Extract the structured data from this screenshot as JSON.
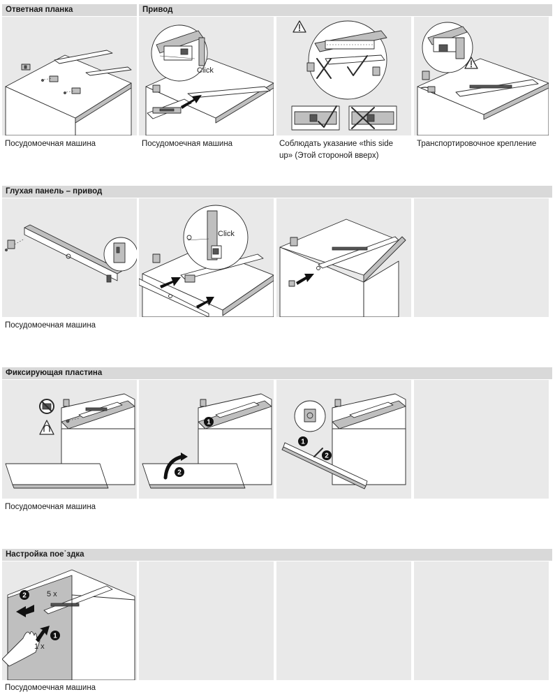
{
  "sections": [
    {
      "title": "Ответная планка",
      "captions": [
        "Посудомоечная машина"
      ]
    },
    {
      "title": "Привод",
      "captions": [
        "Посудомоечная машина",
        "Соблюдать указание «this side up» (Этой стороной вверх)",
        "Транспортировочное крепление"
      ]
    },
    {
      "title": "Глухая панель – привод",
      "captions": [
        "Посудомоечная машина"
      ]
    },
    {
      "title": "Фиксирующая пластина",
      "captions": [
        "Посудомоечная машина"
      ]
    },
    {
      "title": "Настройка поe˙здка",
      "captions": [
        "Посудомоечная машина"
      ]
    }
  ],
  "labels": {
    "click": "Click",
    "step_1": "1",
    "step_2": "2",
    "five_x": "5 x",
    "one_x": "1 x"
  },
  "icons": {
    "warning": "warning-triangle-icon",
    "check": "checkmark-icon",
    "cross": "cross-icon",
    "no_magnet": "no-magnet-icon",
    "magnet_warning": "magnet-warning-icon",
    "hand": "hand-icon"
  },
  "colors": {
    "panel_bg": "#e9e9e9",
    "header_bg": "#d9d9d9"
  }
}
